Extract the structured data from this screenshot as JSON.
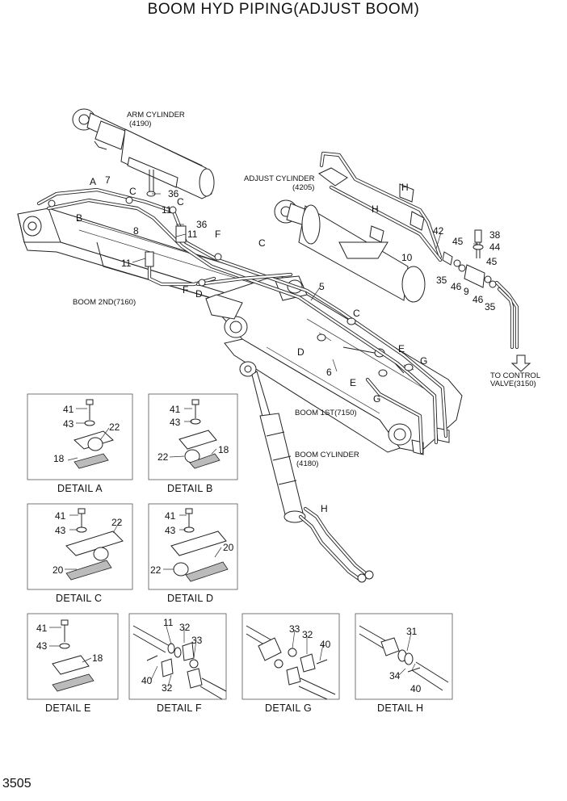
{
  "title": "BOOM HYD PIPING(ADJUST BOOM)",
  "page_number": "3505",
  "labels": {
    "arm_cylinder": "ARM CYLINDER",
    "arm_cylinder_no": "(4190)",
    "adjust_cylinder": "ADJUST CYLINDER",
    "adjust_cylinder_no": "(4205)",
    "boom_2nd": "BOOM 2ND(7160)",
    "boom_1st": "BOOM 1ST(7150)",
    "boom_cylinder": "BOOM CYLINDER",
    "boom_cylinder_no": "(4180)",
    "to_control": "TO CONTROL",
    "valve": "VALVE(3150)"
  },
  "callouts": {
    "A": "A",
    "B": "B",
    "C": "C",
    "D": "D",
    "E": "E",
    "F": "F",
    "G": "G",
    "H": "H",
    "n5": "5",
    "n6": "6",
    "n7": "7",
    "n8": "8",
    "n9": "9",
    "n10": "10",
    "n11": "11",
    "n18": "18",
    "n20": "20",
    "n22": "22",
    "n31": "31",
    "n32": "32",
    "n33": "33",
    "n34": "34",
    "n35": "35",
    "n36": "36",
    "n38": "38",
    "n40": "40",
    "n41": "41",
    "n42": "42",
    "n43": "43",
    "n44": "44",
    "n45": "45",
    "n46": "46"
  },
  "details": {
    "a": "DETAIL  A",
    "b": "DETAIL  B",
    "c": "DETAIL  C",
    "d": "DETAIL  D",
    "e": "DETAIL  E",
    "f": "DETAIL  F",
    "g": "DETAIL  G",
    "h": "DETAIL  H"
  }
}
